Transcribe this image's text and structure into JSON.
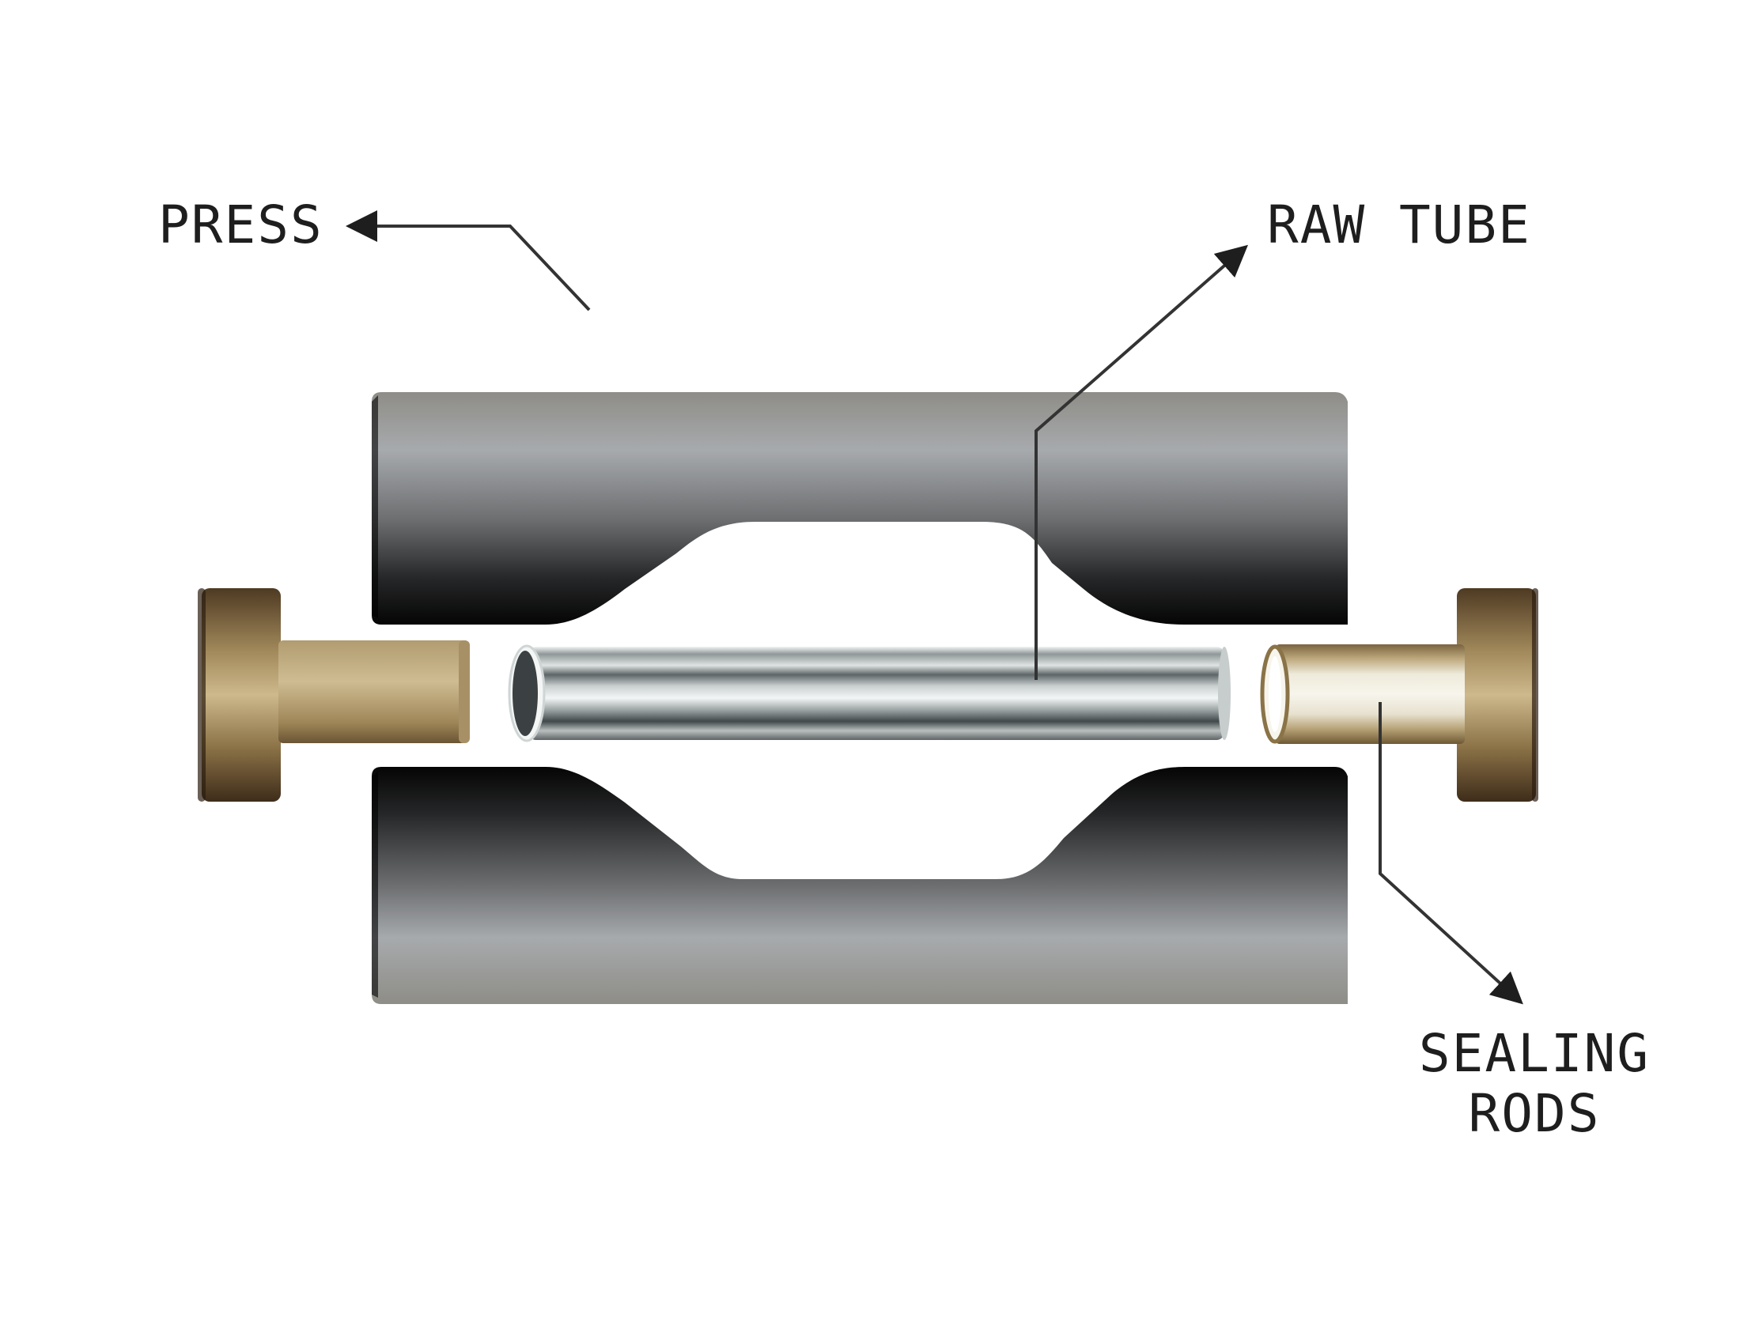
{
  "labels": {
    "press": "PRESS",
    "raw_tube": "RAW TUBE",
    "sealing_rods_line1": "SEALING",
    "sealing_rods_line2": "RODS"
  },
  "colors": {
    "die_dark": "#0a0a0a",
    "die_mid": "#a6a9ac",
    "die_light": "#8c8b85",
    "rod_brass_light": "#c8b68a",
    "rod_brass_dark": "#4a3520",
    "tube_silver": "#d8dcdc",
    "leader_line": "#333333"
  }
}
